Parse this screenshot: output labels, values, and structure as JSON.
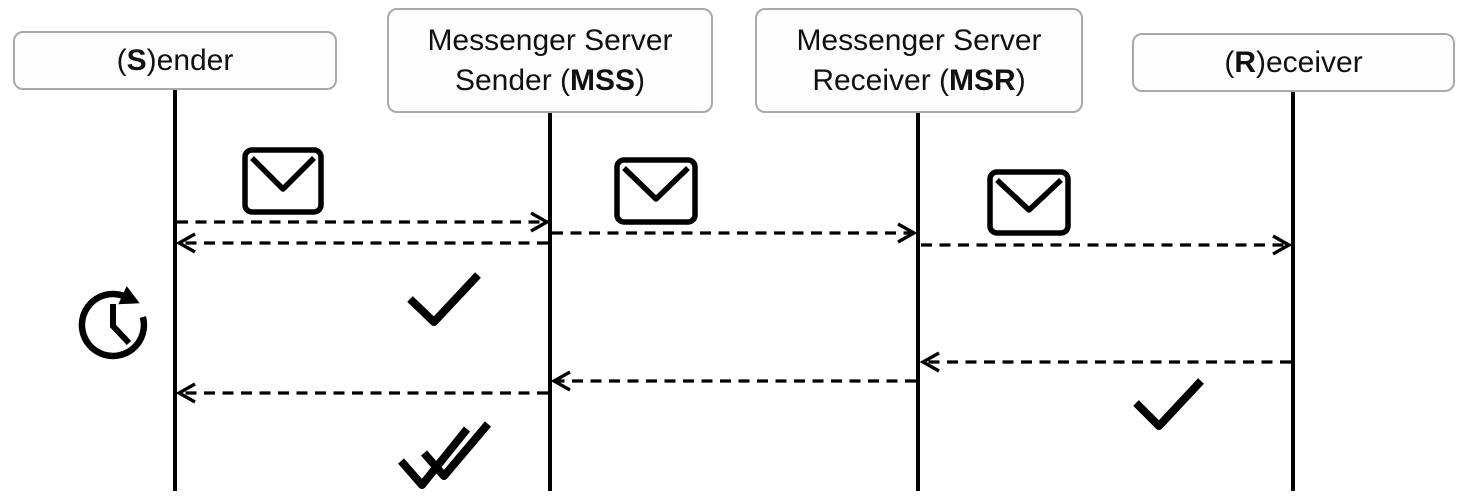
{
  "diagram": {
    "description": "Message delivery sequence between sender, messenger servers and receiver",
    "background_color": "#ffffff",
    "stroke_color": "#000000",
    "box_border_color": "#a9a9a9",
    "box_fill_color": "#fdfdfd",
    "text_color": "#111111"
  },
  "actors": [
    {
      "id": "sender",
      "label_pre": "(",
      "label_bold": "S",
      "label_post": ")ender"
    },
    {
      "id": "mss",
      "line1": "Messenger Server",
      "line2_pre": "Sender (",
      "line2_bold": "MSS",
      "line2_post": ")"
    },
    {
      "id": "msr",
      "line1": "Messenger Server",
      "line2_pre": "Receiver (",
      "line2_bold": "MSR",
      "line2_post": ")"
    },
    {
      "id": "receiver",
      "label_pre": "(",
      "label_bold": "R",
      "label_post": ")eceiver"
    }
  ],
  "messages": [
    {
      "from": "sender",
      "to": "mss",
      "style": "dashed",
      "icon": "envelope-icon"
    },
    {
      "from": "mss",
      "to": "sender",
      "style": "dashed",
      "icon": "check-icon"
    },
    {
      "from": "mss",
      "to": "msr",
      "style": "dashed",
      "icon": "envelope-icon"
    },
    {
      "from": "msr",
      "to": "receiver",
      "style": "dashed",
      "icon": "envelope-icon"
    },
    {
      "from": "receiver",
      "to": "msr",
      "style": "dashed",
      "icon": "check-icon"
    },
    {
      "from": "msr",
      "to": "mss",
      "style": "dashed"
    },
    {
      "from": "mss",
      "to": "sender",
      "style": "dashed",
      "icon": "double-check-icon"
    }
  ],
  "icons": {
    "timer": "clock-retry-icon",
    "message": "envelope-icon",
    "ack_single": "check-icon",
    "ack_double": "double-check-icon"
  }
}
